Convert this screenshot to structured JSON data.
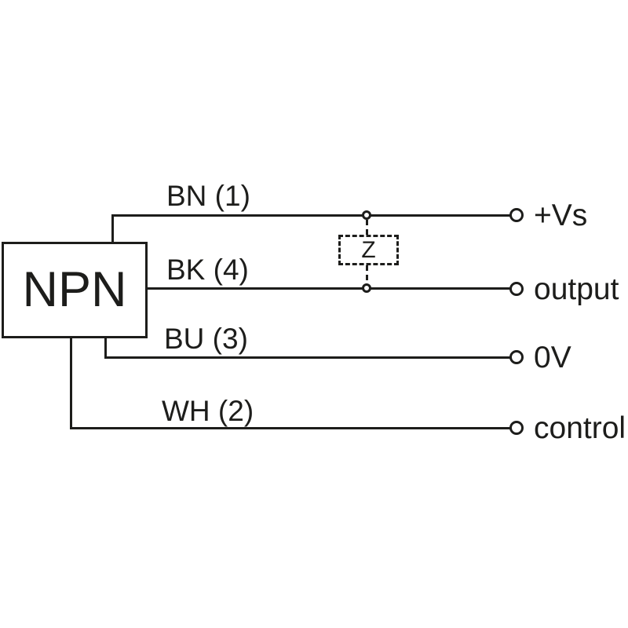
{
  "diagram": {
    "device": {
      "label": "NPN"
    },
    "impedance": {
      "label": "Z"
    },
    "wires": {
      "bn": {
        "label": "BN (1)",
        "terminal_label": "+Vs"
      },
      "bk": {
        "label": "BK (4)",
        "terminal_label": "output"
      },
      "bu": {
        "label": "BU (3)",
        "terminal_label": "0V"
      },
      "wh": {
        "label": "WH (2)",
        "terminal_label": "control"
      }
    },
    "colors": {
      "ink": "#1d1d1b",
      "background": "#ffffff"
    }
  }
}
